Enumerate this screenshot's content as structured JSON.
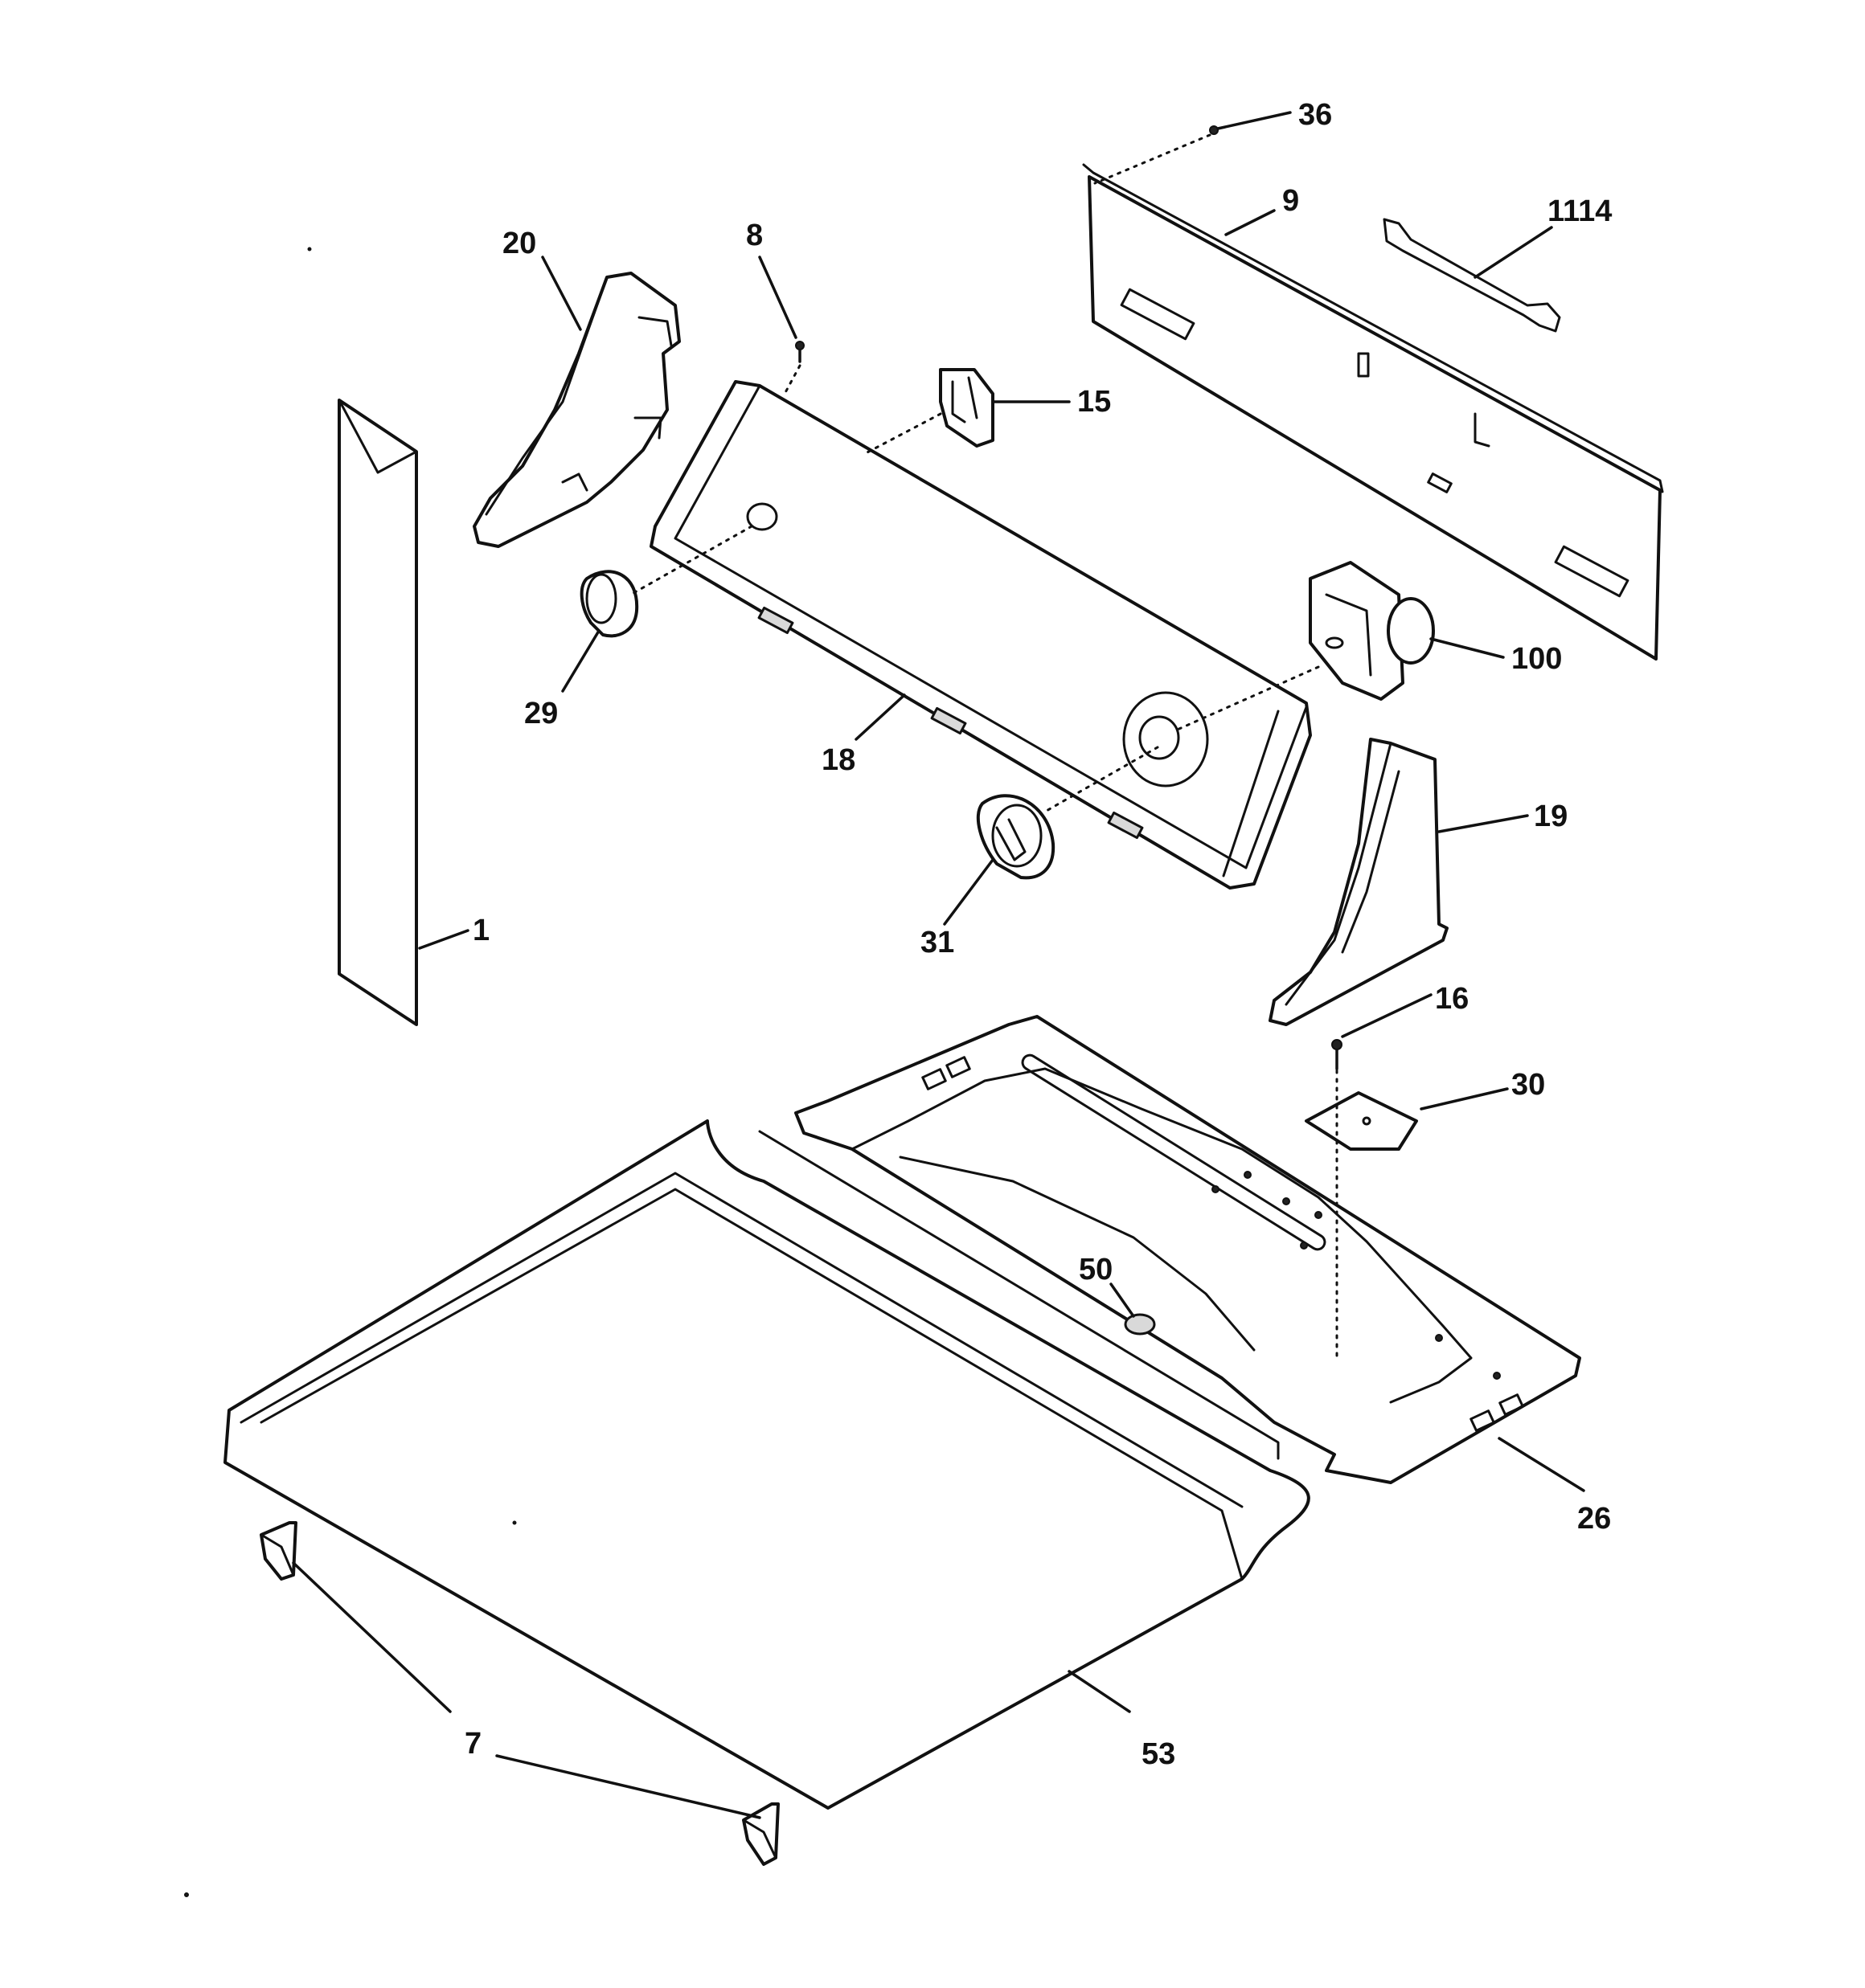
{
  "callouts": {
    "c36": "36",
    "c9": "9",
    "c1114": "1114",
    "c20": "20",
    "c8": "8",
    "c15": "15",
    "c29": "29",
    "c100": "100",
    "c18": "18",
    "c19": "19",
    "c31": "31",
    "c1": "1",
    "c16": "16",
    "c30": "30",
    "c50": "50",
    "c26": "26",
    "c7": "7",
    "c53": "53"
  },
  "colors": {
    "line": "#111111",
    "background": "#ffffff",
    "shade": "#d9d9d9"
  }
}
